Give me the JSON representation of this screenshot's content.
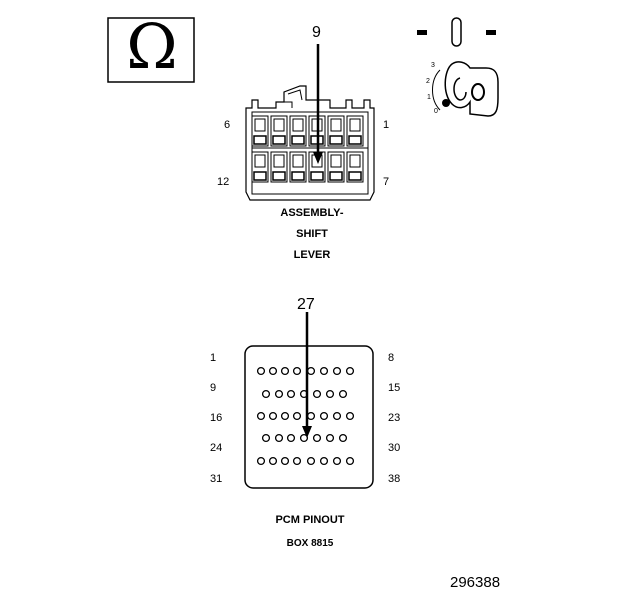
{
  "shift_lever": {
    "callout": "9",
    "pin_left_top": "6",
    "pin_right_top": "1",
    "pin_left_bottom": "12",
    "pin_right_bottom": "7",
    "label_line1": "ASSEMBLY-",
    "label_line2": "SHIFT",
    "label_line3": "LEVER"
  },
  "ignition_key": {
    "positions": [
      "3",
      "2",
      "1",
      "0"
    ]
  },
  "omega_symbol": "Ω",
  "pcm": {
    "callout": "27",
    "row_left_labels": [
      "1",
      "9",
      "16",
      "24",
      "31"
    ],
    "row_right_labels": [
      "8",
      "15",
      "23",
      "30",
      "38"
    ],
    "title": "PCM PINOUT",
    "subtitle": "BOX 8815",
    "pin_rows": [
      8,
      7,
      8,
      7,
      8
    ]
  },
  "figure_number": "296388"
}
